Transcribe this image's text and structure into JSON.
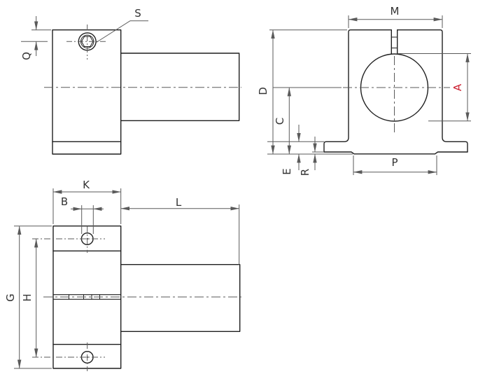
{
  "colors": {
    "background": "#ffffff",
    "outline": "#1f1f1f",
    "thin_line": "#5a5a5a",
    "text": "#333333",
    "accent_label": "#cc2233"
  },
  "dimension_labels": {
    "side_view": {
      "s": "S",
      "q": "Q"
    },
    "front_view": {
      "m": "M",
      "a": "A",
      "d": "D",
      "c": "C",
      "e": "E",
      "r": "R",
      "p": "P"
    },
    "bottom_view": {
      "k": "K",
      "b": "B",
      "l": "L",
      "g": "G",
      "h": "H"
    }
  }
}
